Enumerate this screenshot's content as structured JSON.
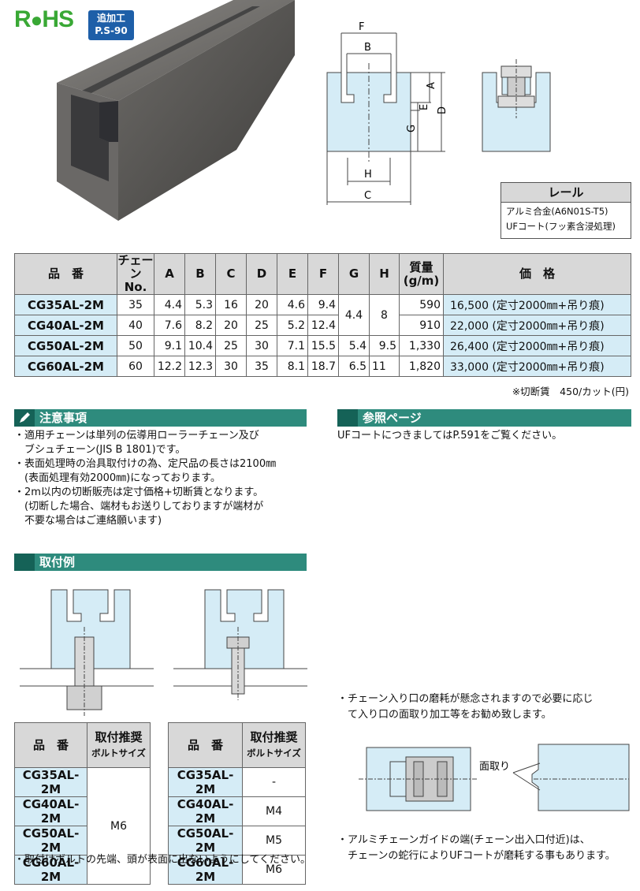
{
  "badges": {
    "rohs": "R",
    "rohs_tail": "HS",
    "extra_label": "追加工",
    "extra_page": "P.S-90"
  },
  "dims": {
    "F": "F",
    "B": "B",
    "A": "A",
    "E": "E",
    "G": "G",
    "D": "D",
    "H": "H",
    "C": "C"
  },
  "rail": {
    "title": "レール",
    "material": "アルミ合金(A6N01S-T5)",
    "coating": "UFコート(フッ素含浸処理)"
  },
  "spec": {
    "headers": [
      "品　番",
      "チェーン No.",
      "A",
      "B",
      "C",
      "D",
      "E",
      "F",
      "G",
      "H",
      "質量 (g/m)",
      "価　格"
    ],
    "rows": [
      {
        "pn": "CG35AL-2M",
        "no": "35",
        "a": "4.4",
        "b": "5.3",
        "c": "16",
        "d": "20",
        "e": "4.6",
        "f": "9.4",
        "mass": "590",
        "price": "16,500 (定寸2000㎜+吊り痕)"
      },
      {
        "pn": "CG40AL-2M",
        "no": "40",
        "a": "7.6",
        "b": "8.2",
        "c": "20",
        "d": "25",
        "e": "5.2",
        "f": "12.4",
        "mass": "910",
        "price": "22,000 (定寸2000㎜+吊り痕)"
      },
      {
        "pn": "CG50AL-2M",
        "no": "50",
        "a": "9.1",
        "b": "10.4",
        "c": "25",
        "d": "30",
        "e": "7.1",
        "f": "15.5",
        "g": "5.4",
        "h": "9.5",
        "mass": "1,330",
        "price": "26,400 (定寸2000㎜+吊り痕)"
      },
      {
        "pn": "CG60AL-2M",
        "no": "60",
        "a": "12.2",
        "b": "12.3",
        "c": "30",
        "d": "35",
        "e": "8.1",
        "f": "18.7",
        "g": "6.5",
        "h": "11",
        "mass": "1,820",
        "price": "33,000 (定寸2000㎜+吊り痕)"
      }
    ],
    "g_merged": "4.4",
    "h_merged": "8",
    "cut_fee": "※切断賃　450/カット(円)"
  },
  "caution": {
    "title": "注意事項",
    "lines": [
      "・適用チェーンは単列の伝導用ローラーチェーン及び",
      "　ブシュチェーン(JIS B 1801)です。",
      "・表面処理時の治具取付けの為、定尺品の長さは2100㎜",
      "　(表面処理有効2000㎜)になっております。",
      "・2m以内の切断販売は定寸価格+切断賃となります。",
      "　(切断した場合、端材もお送りしておりますが端材が",
      "　不要な場合はご連絡願います)"
    ]
  },
  "reference": {
    "title": "参照ページ",
    "text": "UFコートにつきましてはP.591をご覧ください。"
  },
  "mounting": {
    "title": "取付例",
    "th_pn": "品　番",
    "th_bolt": "取付推奨",
    "th_bolt_sub": "ボルトサイズ",
    "left": {
      "rows": [
        "CG35AL-2M",
        "CG40AL-2M",
        "CG50AL-2M",
        "CG60AL-2M"
      ],
      "bolt": "M6"
    },
    "right": {
      "rows": [
        {
          "pn": "CG35AL-2M",
          "bolt": "-"
        },
        {
          "pn": "CG40AL-2M",
          "bolt": "M4"
        },
        {
          "pn": "CG50AL-2M",
          "bolt": "M5"
        },
        {
          "pn": "CG60AL-2M",
          "bolt": "M6"
        }
      ]
    },
    "note": "・取付けボルトの先端、頭が表面に出ないようにしてください。"
  },
  "wear": {
    "line1": "・チェーン入り口の磨耗が懸念されますので必要に応じ",
    "line2": "　て入り口の面取り加工等をお勧め致します。",
    "chamfer_label": "面取り"
  },
  "endnote": {
    "line1": "・アルミチェーンガイドの端(チェーン出入口付近)は、",
    "line2": "　チェーンの蛇行によりUFコートが磨耗する事もあります。"
  },
  "colors": {
    "teal": "#2e8b7d",
    "dark_teal": "#156257",
    "light_blue": "#d5ecf6",
    "header_gray": "#d8d8d8",
    "rohs_green": "#39a835",
    "badge_blue": "#1e5fa8"
  }
}
